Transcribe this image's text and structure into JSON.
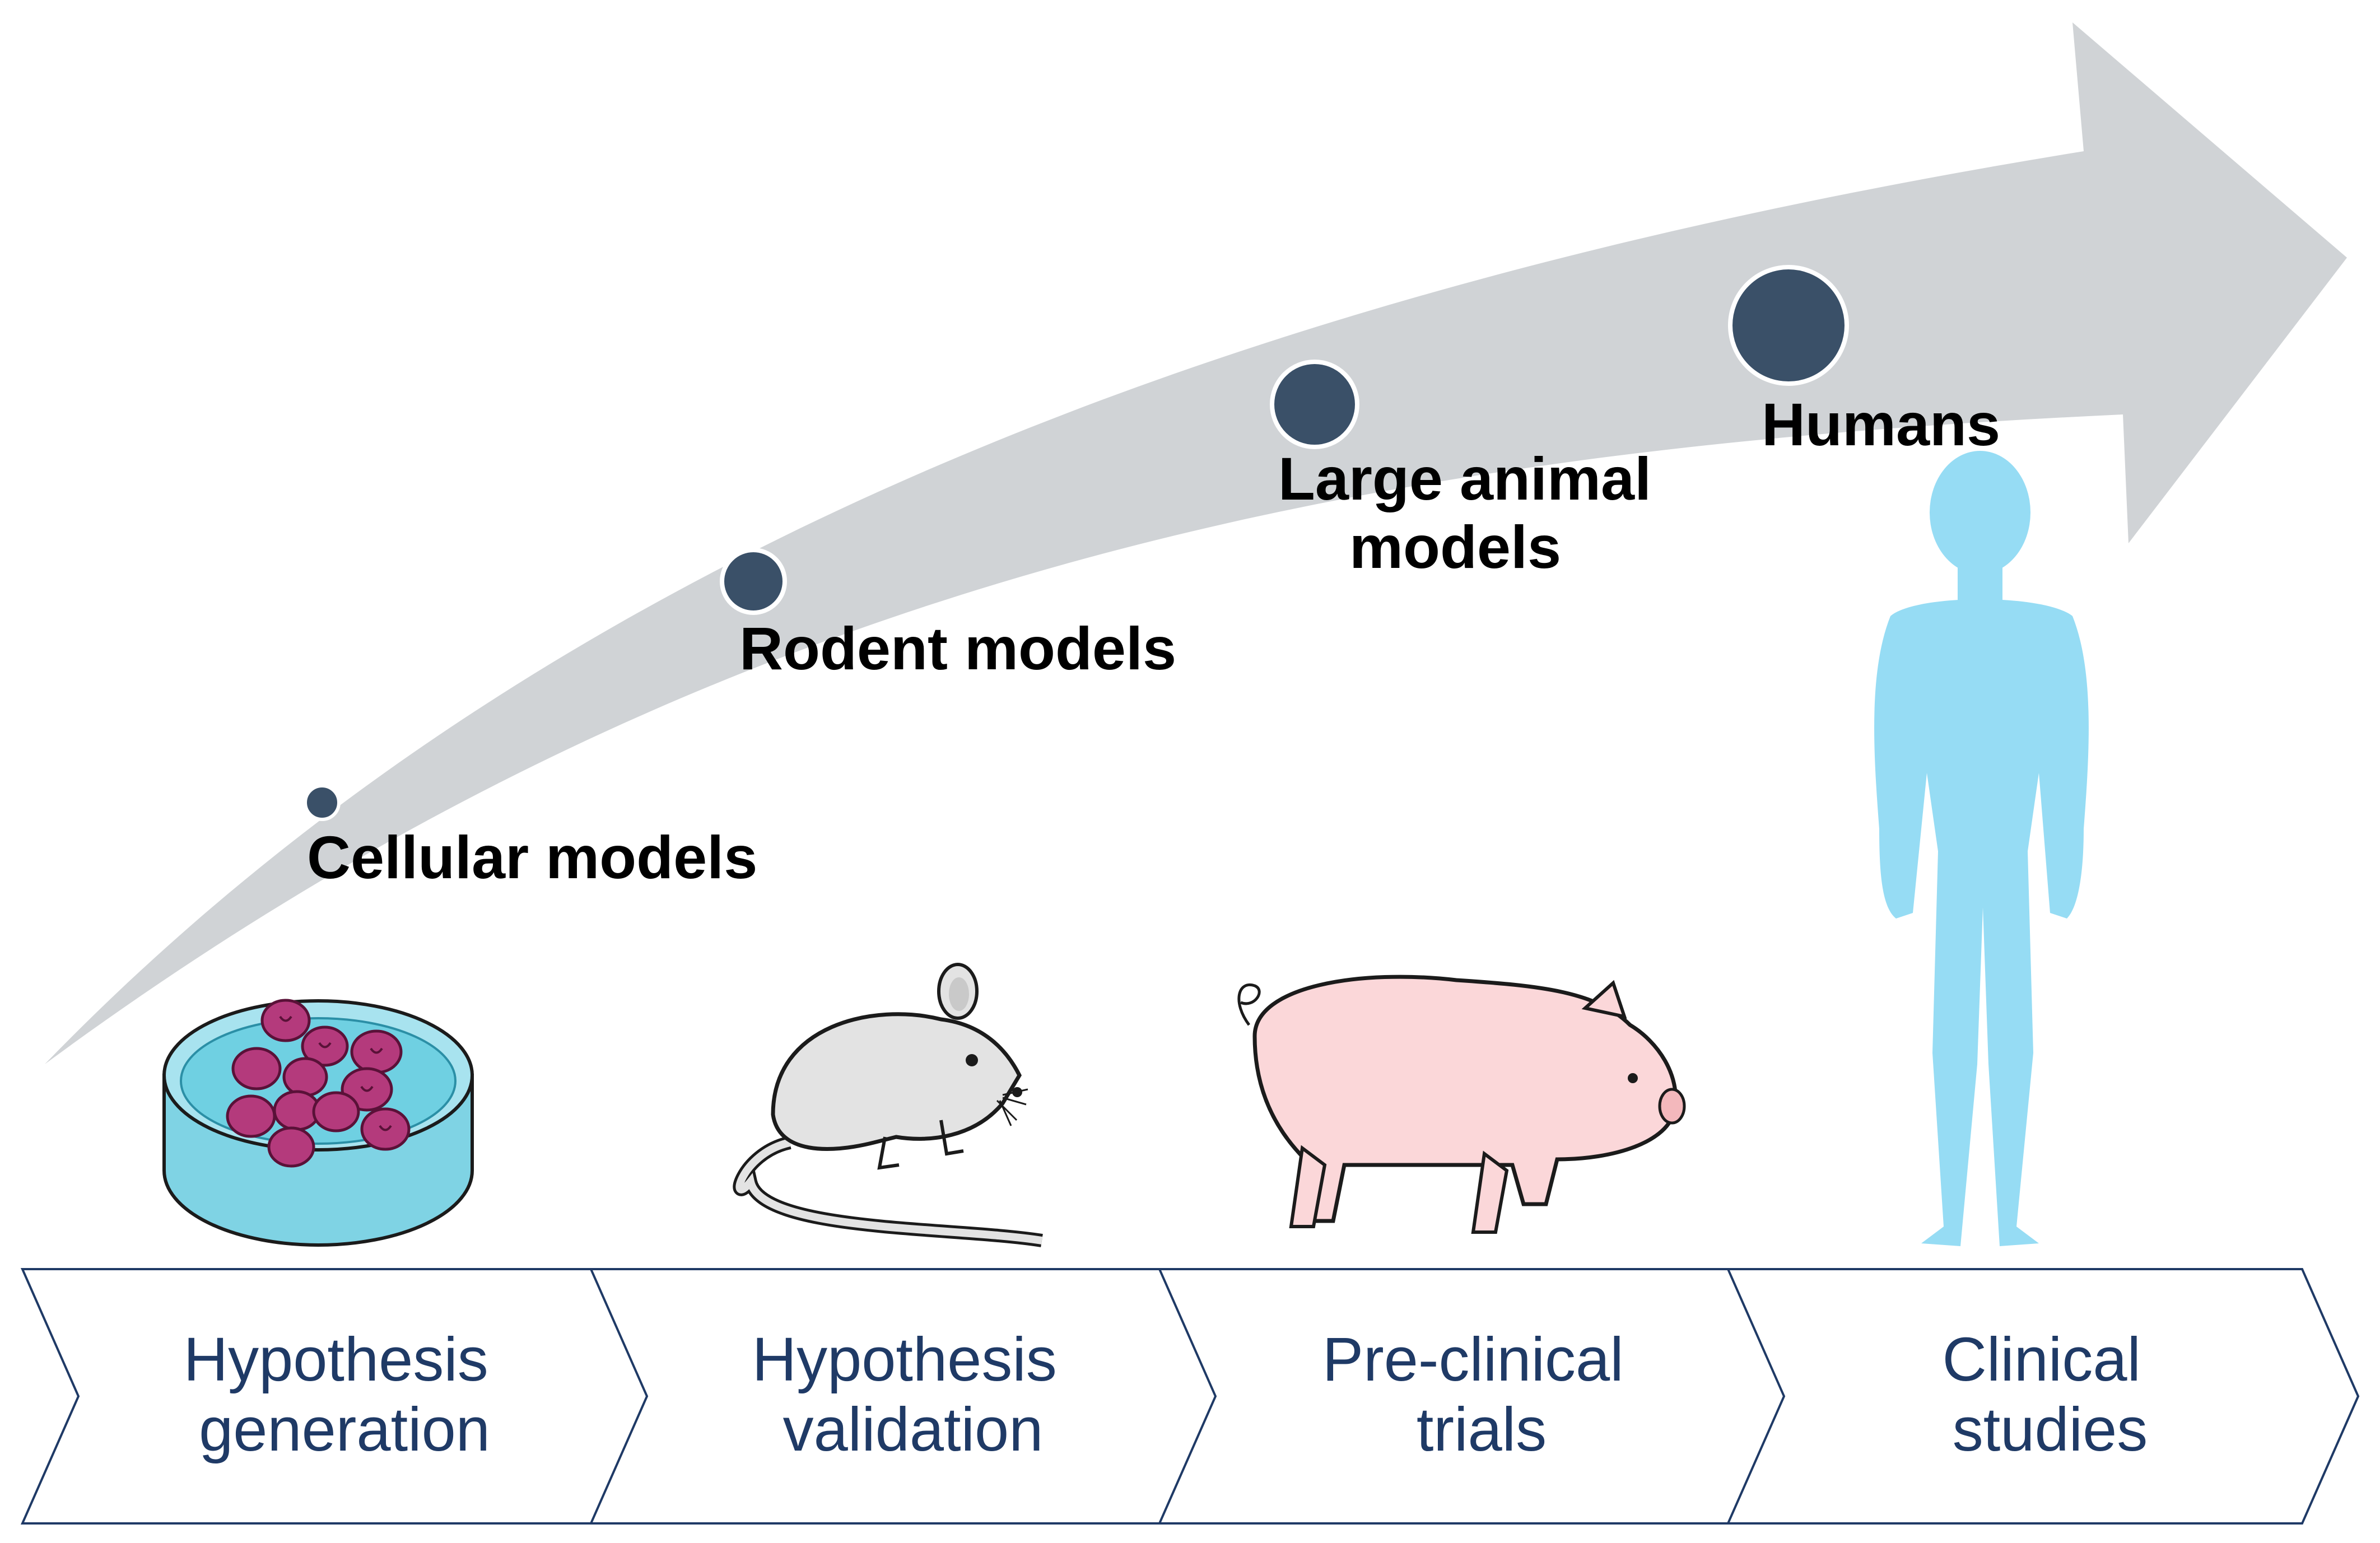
{
  "colors": {
    "arrow": "#d0d3d6",
    "marker": "#3a5068",
    "stage_text": "#1f3a66",
    "stage_border": "#1f3a66",
    "human": "#96dcf4",
    "pig": "#fbd7d9",
    "mouse": "#e3e3e3",
    "dish": "#6fd0e2",
    "cells": "#b43a7c"
  },
  "models": [
    {
      "label_lines": [
        "Cellular models"
      ],
      "icon": "petri-dish-cells-icon"
    },
    {
      "label_lines": [
        "Rodent models"
      ],
      "icon": "mouse-icon"
    },
    {
      "label_lines": [
        "Large animal",
        "models"
      ],
      "icon": "pig-icon"
    },
    {
      "label_lines": [
        "Humans"
      ],
      "icon": "human-figure-icon"
    }
  ],
  "stages": [
    {
      "lines": [
        "Hypothesis",
        "generation"
      ]
    },
    {
      "lines": [
        "Hypothesis",
        "validation"
      ]
    },
    {
      "lines": [
        "Pre-clinical",
        "trials"
      ]
    },
    {
      "lines": [
        "Clinical",
        "studies"
      ]
    }
  ]
}
